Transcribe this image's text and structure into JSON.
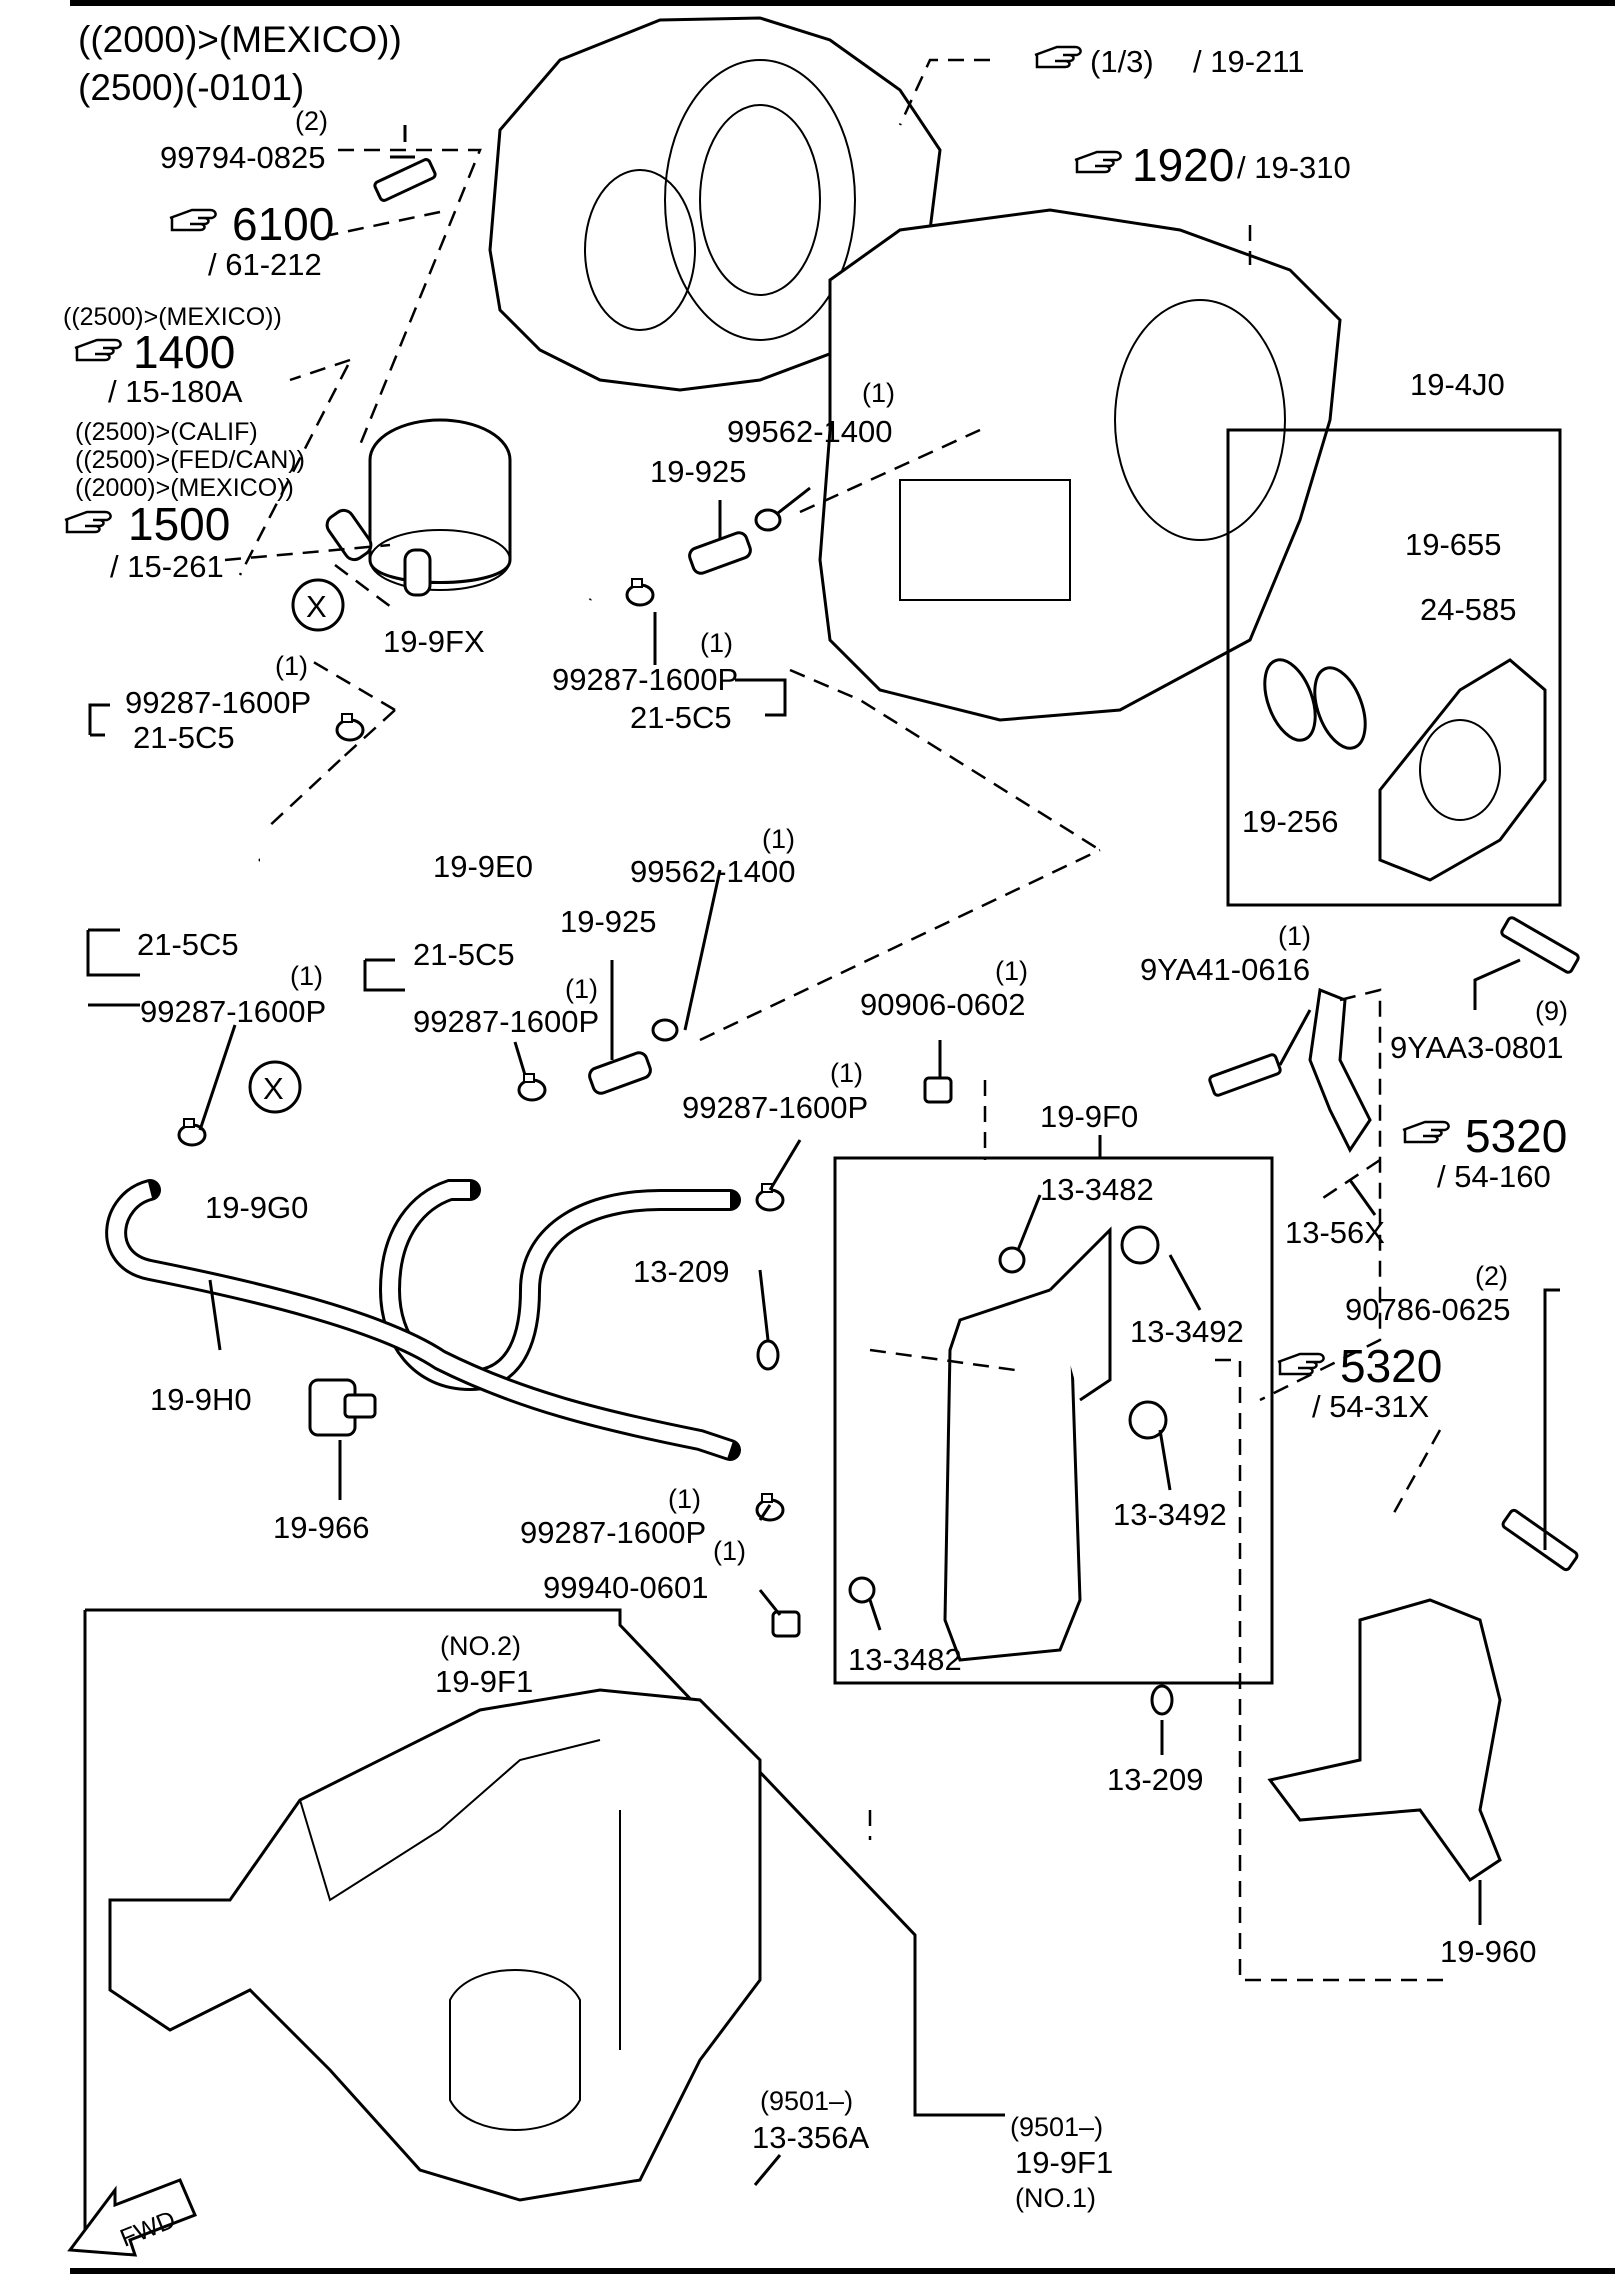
{
  "header": {
    "line1": "((2000)>(MEXICO))",
    "line2": "(2500)(-0101)"
  },
  "references": [
    {
      "num": "(1/3)",
      "page": "/ 19-211"
    },
    {
      "num": "1920",
      "page": "/ 19-310"
    },
    {
      "num": "6100",
      "page": "/ 61-212"
    },
    {
      "cond": "((2500)>(MEXICO))",
      "num": "1400",
      "page": "/ 15-180A"
    },
    {
      "cond": [
        "((2500)>(CALIF)",
        "((2500)>(FED/CAN))",
        "((2000)>(MEXICO))"
      ],
      "num": "1500",
      "page": "/ 15-261"
    },
    {
      "num": "5320",
      "page": "/ 54-160"
    },
    {
      "num": "5320",
      "page": "/ 54-31X"
    }
  ],
  "parts": {
    "p99794_0825": {
      "qty": "(2)",
      "num": "99794-0825"
    },
    "p19_9FX": "19-9FX",
    "p99562_1400_a": {
      "qty": "(1)",
      "num": "99562-1400"
    },
    "p19_925_a": "19-925",
    "p99287_upper": {
      "qty": "(1)",
      "num": "99287-1600P",
      "ref": "21-5C5"
    },
    "p99287_left": {
      "qty": "(1)",
      "num": "99287-1600P",
      "ref": "21-5C5"
    },
    "p19_9E0": "19-9E0",
    "p19_4J0": "19-4J0",
    "p19_655": "19-655",
    "p24_585": "24-585",
    "p19_256": "19-256",
    "p99562_1400_b": {
      "qty": "(1)",
      "num": "99562-1400"
    },
    "p19_925_b": "19-925",
    "p21_5C5_c": "21-5C5",
    "p99287_c": {
      "qty": "(1)",
      "num": "99287-1600P"
    },
    "p21_5C5_d": "21-5C5",
    "p99287_d": {
      "qty": "(1)",
      "num": "99287-1600P"
    },
    "p9YA41_0616": {
      "qty": "(1)",
      "num": "9YA41-0616"
    },
    "p9YAA3_0801": {
      "qty": "(9)",
      "num": "9YAA3-0801"
    },
    "p90906_0602": {
      "qty": "(1)",
      "num": "90906-0602"
    },
    "p99287_e": {
      "qty": "(1)",
      "num": "99287-1600P"
    },
    "p19_9F0": "19-9F0",
    "p13_3482_a": "13-3482",
    "p13_3492_a": "13-3492",
    "p13_56X": "13-56X",
    "p19_9G0": "19-9G0",
    "p13_209_a": "13-209",
    "p19_9H0": "19-9H0",
    "p90786_0625": {
      "qty": "(2)",
      "num": "90786-0625"
    },
    "p13_3492_b": "13-3492",
    "p19_966": "19-966",
    "p99287_f": {
      "qty": "(1)",
      "num": "99287-1600P"
    },
    "p99940_0601": {
      "qty": "(1)",
      "num": "99940-0601"
    },
    "p13_3482_b": "13-3482",
    "p13_209_b": "13-209",
    "p19_9F1_no2": {
      "note": "(NO.2)",
      "num": "19-9F1"
    },
    "p19_960": "19-960",
    "p13_356A": {
      "note": "(9501–)",
      "num": "13-356A"
    },
    "p19_9F1_no1": {
      "note": "(9501–)",
      "num": "19-9F1",
      "sub": "(NO.1)"
    }
  },
  "markers": {
    "x_mark": "X",
    "fwd": "FWD"
  }
}
